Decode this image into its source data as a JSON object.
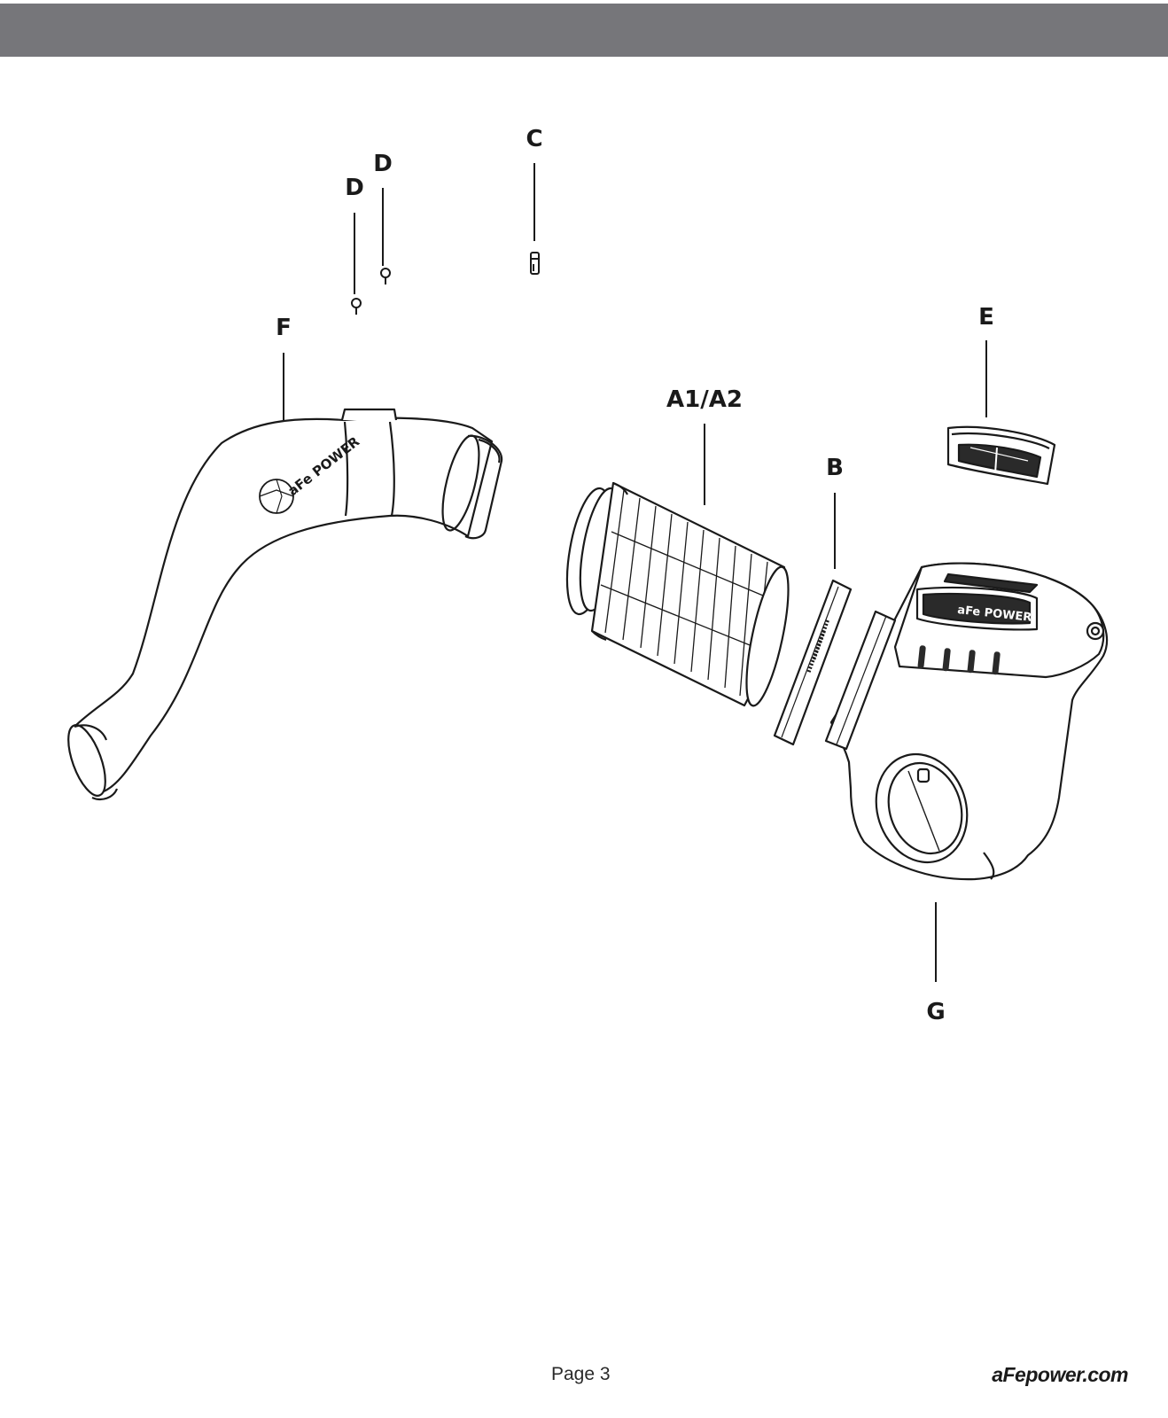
{
  "header": {
    "color": "#76767a"
  },
  "callouts": {
    "C": "C",
    "D1": "D",
    "D2": "D",
    "F": "F",
    "E": "E",
    "A1A2": "A1/A2",
    "B": "B",
    "G": "G"
  },
  "logos": {
    "tube_brand": "aFe POWER",
    "housing_brand": "aFe POWER"
  },
  "footer": {
    "page": "Page 3",
    "website": "aFepower.com"
  }
}
